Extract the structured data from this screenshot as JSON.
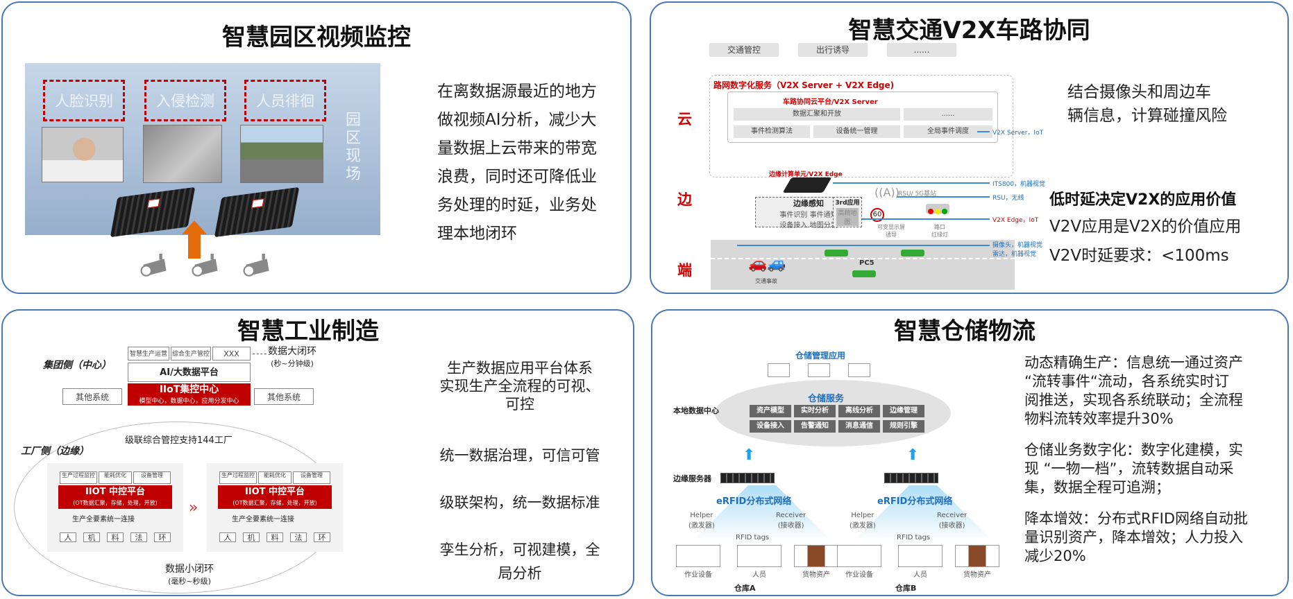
{
  "panels": {
    "video": {
      "title": "智慧园区视频监控",
      "boxes": [
        "人脸识别",
        "入侵检测",
        "人员徘徊"
      ],
      "site_label": "园区现场",
      "description_lines": [
        "在离数据源最近的地方",
        "做视频AI分析，减少大",
        "量数据上云带来的带宽",
        "浪费，同时还可降低业",
        "务处理的时延，业务处",
        "理本地闭环"
      ]
    },
    "v2x": {
      "title": "智慧交通V2X车路协同",
      "apps": [
        "交通管控",
        "出行诱导",
        "......"
      ],
      "service_title": "路网数字化服务（V2X Server + V2X Edge)",
      "cloud_platform": "车路协同云平台/V2X Server",
      "cloud_boxes": [
        "数据汇聚和开放",
        "......",
        "事件检测算法",
        "设备统一管理",
        "全局事件调度"
      ],
      "tiers": [
        "云",
        "边",
        "端"
      ],
      "edge_unit": "边缘计算单元/V2X Edge",
      "edge_perception": {
        "title": "边缘感知",
        "items": [
          "事件识别",
          "事件通知",
          "设备接入",
          "地图分发"
        ]
      },
      "third_app": {
        "title": "3rd应用",
        "item": "高精地图"
      },
      "speed_sign": "60",
      "rsu": "RSU/ 5G基站",
      "display_label": "可变显示屏\n诱导",
      "traffic_light_label": "路口\n红绿灯",
      "accident": "交通事故",
      "pc5": "PC5",
      "right_labels": [
        "V2X Server，IoT",
        "ITS800，机器视觉",
        "RSU，无线",
        "V2X Edge，IoT",
        "摄像头，机器视觉\n雷达，机器视觉"
      ],
      "desc_top": "结合摄像头和周边车辆信息，计算碰撞风险",
      "desc_top_lines": [
        "结合摄像头和周边车",
        "辆信息，计算碰撞风险"
      ],
      "desc_heading": "低时延决定V2X的应用价值",
      "desc_lines": [
        "V2V应用是V2X的价值应用",
        "V2V时延要求：<100ms"
      ]
    },
    "industry": {
      "title": "智慧工业制造",
      "group_side": "集团侧（中心）",
      "factory_side": "工厂侧（边缘）",
      "top_apps": [
        "智慧生产运营",
        "综合生产管控",
        "XXX"
      ],
      "big_loop": "数据大闭环",
      "big_loop_sub": "(秒~分钟级)",
      "ai_platform": "AI/大数据平台",
      "iiot_center": "IIoT集控中心",
      "iiot_center_sub": "模型中心，数据中心，应用分发中心",
      "other_system": "其他系统",
      "cascade": "级联综合管控支持144工厂",
      "factory_apps": [
        "生产过程监控",
        "能耗优化",
        "设备管理"
      ],
      "iiot_platform": "IIOT 中控平台",
      "iiot_platform_sub": "(OT数据汇聚，存储，处理，开放)",
      "connect": "生产全要素统一连接",
      "elements": [
        "人",
        "机",
        "料",
        "法",
        "环"
      ],
      "small_loop": "数据小闭环",
      "small_loop_sub": "(毫秒~秒级)",
      "desc_block1": [
        "生产数据应用平台体系",
        "实现生产全流程的可视、",
        "可控"
      ],
      "desc_items": [
        "统一数据治理，可信可管",
        "级联架构，统一数据标准",
        "孪生分析，可视建模，全",
        "局分析"
      ]
    },
    "warehouse": {
      "title": "智慧仓储物流",
      "app_title": "仓储管理应用",
      "dc_label": "本地数据中心",
      "service_title": "仓储服务",
      "services": [
        "资产模型",
        "实时分析",
        "离线分析",
        "边缘管理",
        "设备接入",
        "告警通知",
        "消息通信",
        "规则引擎"
      ],
      "edge_server": "边缘服务器",
      "network": "eRFID分布式网络",
      "helper": "Helper\n(激发器)",
      "receiver": "Receiver\n(接收器)",
      "rfid_tags": "RFID tags",
      "asset_labels": [
        "作业设备",
        "人员",
        "货物资产"
      ],
      "warehouses": [
        "仓库A",
        "仓库B"
      ],
      "desc_paras": [
        [
          "动态精确生产：信息统一通过资产",
          "“流转事件“流动，各系统实时订",
          "阅推送，实现各系统联动；全流程",
          "物料流转效率提升30%"
        ],
        [
          "仓储业务数字化：数字化建模，实",
          "现 “一物一档”，流转数据自动采",
          "集，数据全程可追溯；"
        ],
        [
          "降本增效：分布式RFID网络自动批",
          "量识别资产，降本增效；人力投入",
          "减少20%"
        ]
      ]
    }
  },
  "colors": {
    "border": "#4a78b5",
    "red": "#c00000",
    "blue": "#1f6fc0"
  }
}
